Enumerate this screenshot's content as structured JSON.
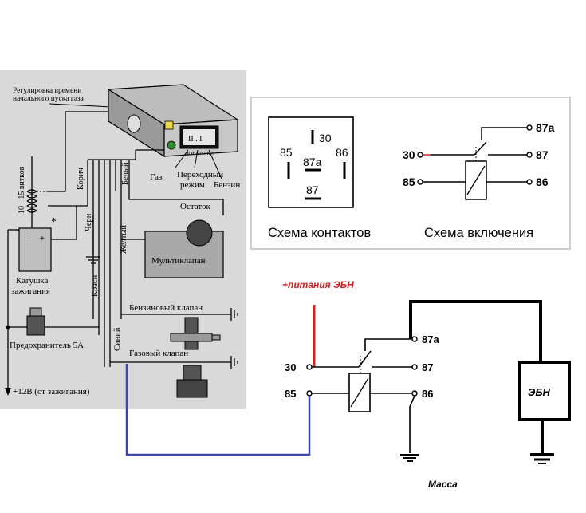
{
  "left_diagram": {
    "time_adjust_label_1": "Регулировка времени",
    "time_adjust_label_2": "начального пуска газа",
    "switch_model": "ЛОВАТО К-5",
    "switch_marks": "II . I",
    "turns_label": "10 - 15 витков",
    "wire_brown": "Корич",
    "wire_white": "Белый",
    "wire_black": "Черн",
    "wire_yellow": "Желтый",
    "wire_red": "Красн",
    "wire_blue": "Синий",
    "asterisk": "*",
    "gas_label": "Газ",
    "transition_label_1": "Переходный",
    "transition_label_2": "режим",
    "petrol_label": "Бензин",
    "remainder_label": "Остаток",
    "multivalve_label": "Мультиклапан",
    "coil_label_1": "Катушка",
    "coil_label_2": "зажигания",
    "petrol_valve_label": "Бензиновый клапан",
    "gas_valve_label": "Газовый клапан",
    "fuse_label": "Предохранитель 5А",
    "power_label": "+12В (от зажигания)"
  },
  "contact_panel": {
    "pins": [
      "30",
      "85",
      "87a",
      "86",
      "87"
    ],
    "title": "Схема контактов"
  },
  "switch_panel": {
    "left_pins": [
      "30",
      "85"
    ],
    "right_pins": [
      "87a",
      "87",
      "86"
    ],
    "title": "Схема включения"
  },
  "bottom_diagram": {
    "power_label": "+питания ЭБН",
    "pins": [
      "30",
      "85",
      "87a",
      "87",
      "86"
    ],
    "ebn_label": "ЭБН",
    "ground_label": "Масса"
  },
  "colors": {
    "panel_gray": "#d9d9d9",
    "red_wire": "#cc2222",
    "blue_wire": "#3a48a8",
    "line": "#000000"
  }
}
